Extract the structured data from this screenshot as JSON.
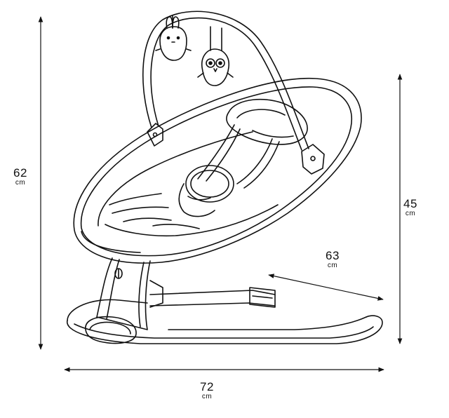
{
  "dimensions": {
    "overall_height": {
      "value": "62",
      "unit": "cm"
    },
    "seat_height": {
      "value": "45",
      "unit": "cm"
    },
    "depth": {
      "value": "63",
      "unit": "cm"
    },
    "width": {
      "value": "72",
      "unit": "cm"
    }
  },
  "colors": {
    "line": "#111111",
    "background": "#ffffff"
  },
  "icons": [
    "bunny-toy-icon",
    "owl-toy-icon"
  ]
}
